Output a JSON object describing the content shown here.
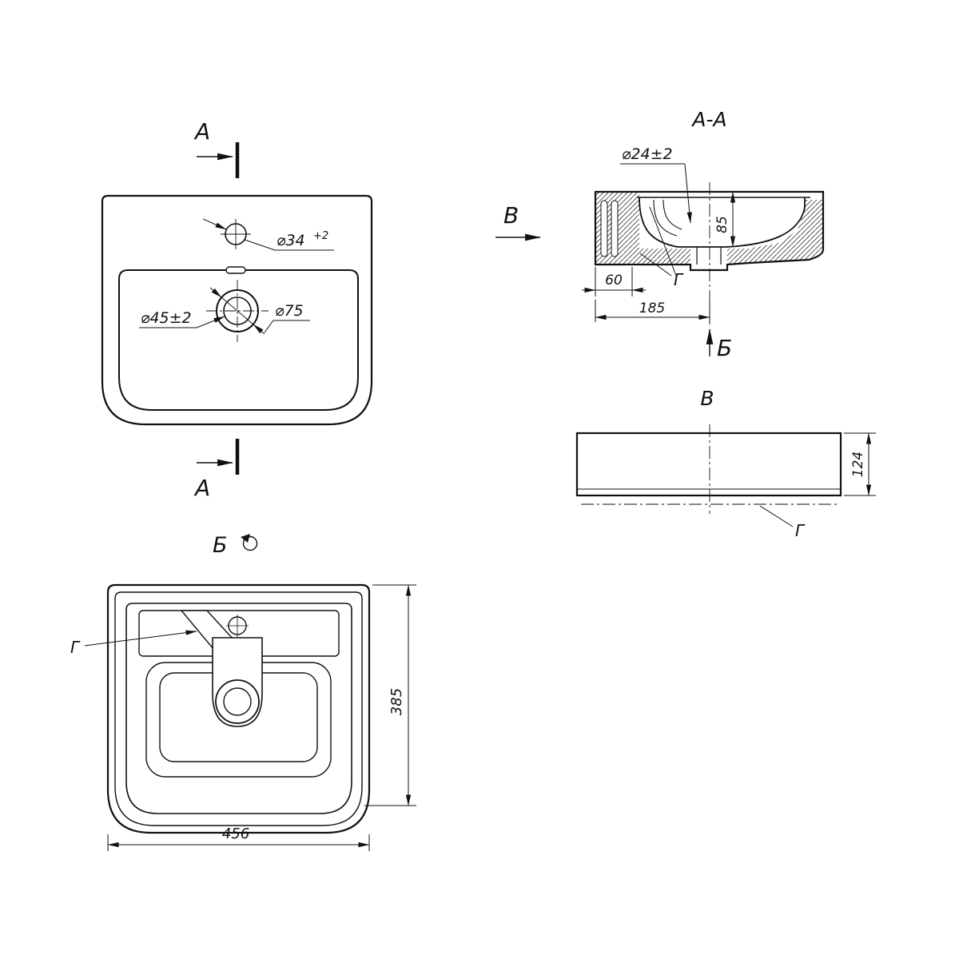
{
  "drawing": {
    "plan": {
      "marker_top": "А",
      "marker_bottom": "А",
      "dim_faucet": "⌀34",
      "dim_faucet_tol": "+2",
      "dim_drain_inner": "⌀45±2",
      "dim_drain_outer": "⌀75"
    },
    "section_aa": {
      "title": "А-А",
      "dim_overflow": "⌀24±2",
      "dim_depth": "85",
      "dim_offset": "60",
      "dim_length": "185",
      "detail_label": "Г",
      "view_arrow_v": "В",
      "view_arrow_b": "Б"
    },
    "view_v": {
      "title": "В",
      "dim_height": "124",
      "detail_label": "Г"
    },
    "view_b": {
      "title": "Б",
      "dim_width": "456",
      "dim_depth": "385",
      "detail_label": "Г"
    }
  }
}
